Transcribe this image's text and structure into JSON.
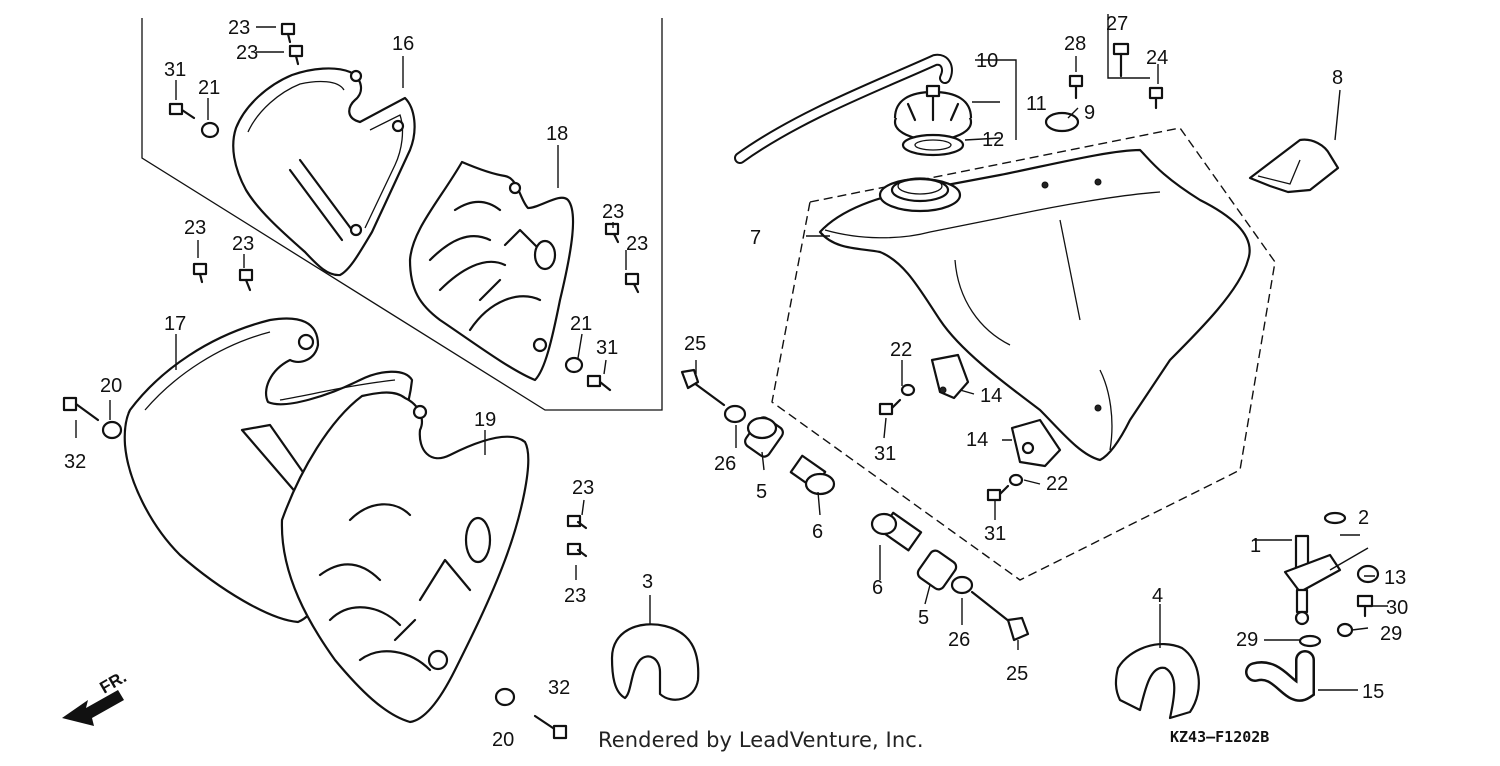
{
  "footer": {
    "rendered_by": "Rendered by LeadVenture, Inc.",
    "diagram_code": "KZ43–F1202B"
  },
  "direction": {
    "front_label": "FR."
  },
  "callouts": [
    {
      "id": "c1",
      "text": "1"
    },
    {
      "id": "c2",
      "text": "2"
    },
    {
      "id": "c3",
      "text": "3"
    },
    {
      "id": "c4",
      "text": "4"
    },
    {
      "id": "c5a",
      "text": "5"
    },
    {
      "id": "c5b",
      "text": "5"
    },
    {
      "id": "c6a",
      "text": "6"
    },
    {
      "id": "c6b",
      "text": "6"
    },
    {
      "id": "c7",
      "text": "7"
    },
    {
      "id": "c8",
      "text": "8"
    },
    {
      "id": "c9",
      "text": "9"
    },
    {
      "id": "c10",
      "text": "10"
    },
    {
      "id": "c11",
      "text": "11"
    },
    {
      "id": "c12",
      "text": "12"
    },
    {
      "id": "c13",
      "text": "13"
    },
    {
      "id": "c14a",
      "text": "14"
    },
    {
      "id": "c14b",
      "text": "14"
    },
    {
      "id": "c15",
      "text": "15"
    },
    {
      "id": "c16",
      "text": "16"
    },
    {
      "id": "c17",
      "text": "17"
    },
    {
      "id": "c18",
      "text": "18"
    },
    {
      "id": "c19",
      "text": "19"
    },
    {
      "id": "c20a",
      "text": "20"
    },
    {
      "id": "c20b",
      "text": "20"
    },
    {
      "id": "c21a",
      "text": "21"
    },
    {
      "id": "c21b",
      "text": "21"
    },
    {
      "id": "c22a",
      "text": "22"
    },
    {
      "id": "c22b",
      "text": "22"
    },
    {
      "id": "c23a",
      "text": "23"
    },
    {
      "id": "c23b",
      "text": "23"
    },
    {
      "id": "c23c",
      "text": "23"
    },
    {
      "id": "c23d",
      "text": "23"
    },
    {
      "id": "c23e",
      "text": "23"
    },
    {
      "id": "c23f",
      "text": "23"
    },
    {
      "id": "c23g",
      "text": "23"
    },
    {
      "id": "c23h",
      "text": "23"
    },
    {
      "id": "c24",
      "text": "24"
    },
    {
      "id": "c25a",
      "text": "25"
    },
    {
      "id": "c25b",
      "text": "25"
    },
    {
      "id": "c26a",
      "text": "26"
    },
    {
      "id": "c26b",
      "text": "26"
    },
    {
      "id": "c27",
      "text": "27"
    },
    {
      "id": "c28",
      "text": "28"
    },
    {
      "id": "c29a",
      "text": "29"
    },
    {
      "id": "c29b",
      "text": "29"
    },
    {
      "id": "c30",
      "text": "30"
    },
    {
      "id": "c31a",
      "text": "31"
    },
    {
      "id": "c31b",
      "text": "31"
    },
    {
      "id": "c31c",
      "text": "31"
    },
    {
      "id": "c31d",
      "text": "31"
    },
    {
      "id": "c32a",
      "text": "32"
    },
    {
      "id": "c32b",
      "text": "32"
    }
  ]
}
